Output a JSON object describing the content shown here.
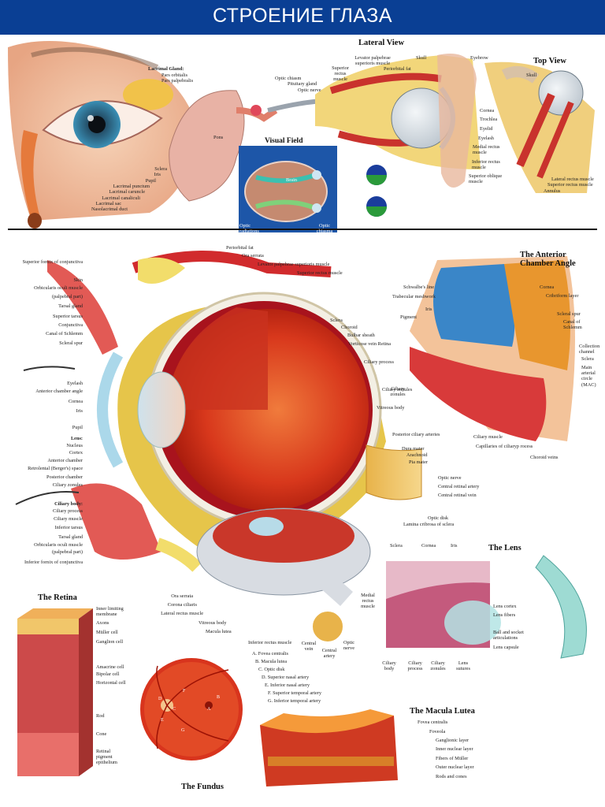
{
  "header": {
    "title": "СТРОЕНИЕ ГЛАЗА",
    "bg_color": "#0a3f94"
  },
  "sections": {
    "lateral_view": "Lateral View",
    "top_view": "Top View",
    "visual_field": "Visual Field",
    "anterior_chamber": "The Anterior Chamber Angle",
    "lens": "The Lens",
    "retina": "The Retina",
    "fundus": "The Fundus",
    "macula": "The Macula Lutea"
  },
  "external_eye": {
    "lacrimal_gland": "Lacrimal Gland:",
    "pars_orbitalis": "Pars orbitalis",
    "pars_palpebralis": "Pars palpebralis",
    "sclera": "Sclera",
    "iris": "Iris",
    "pupil": "Pupil",
    "lacrimal_punctum": "Lacrimal punctum",
    "lacrimal_caruncle": "Lacrimal caruncle",
    "lacrimal_canaliculi": "Lacrimal canaliculi",
    "lacrimal_sac": "Lacrimal sac",
    "nasolacrimal_duct": "Nasolacrimal duct"
  },
  "brain_top": {
    "optic_chiasm": "Optic chiasm",
    "pituitary_gland": "Pituitary gland",
    "optic_nerve": "Optic nerve",
    "pons": "Pons",
    "brain": "Brain",
    "optic_radiations": "Optic radiations",
    "optic_chiasma": "Optic chiasma"
  },
  "lateral": {
    "levator": "Levator palpebrae superioris muscle",
    "superior_rectus": "Superior rectus muscle",
    "periorbital_fat": "Periorbital fat",
    "skull": "Skull",
    "eyebrow": "Eyebrow",
    "cornea": "Cornea",
    "trochlea": "Trochlea",
    "eyelid": "Eyelid",
    "eyelash": "Eyelash",
    "medial_rectus": "Medial rectus muscle",
    "inferior_rectus": "Inferior rectus muscle",
    "superior_oblique": "Superior oblique muscle"
  },
  "top": {
    "skull": "Skull",
    "lateral_rectus": "Lateral rectus muscle",
    "superior_rectus": "Superior rectus muscle",
    "annulus": "Annulus"
  },
  "main_left": [
    "Superior fornix of conjunctiva",
    "Skin",
    "Orbicularis oculi muscle",
    "(palpebral part)",
    "Tarsal gland",
    "Superior tarsus",
    "Conjunctiva",
    "Canal of Schlemm",
    "Scleral spur",
    "Eyelash",
    "Anterior chamber angle",
    "Cornea",
    "Iris",
    "Pupil",
    "Lens:",
    "Nucleus",
    "Cortex",
    "Anterior chamber",
    "Retrolental (Berger's) space",
    "Posterior chamber",
    "Ciliary zonules",
    "Ciliary body:",
    "Ciliary process",
    "Ciliary muscle",
    "Inferior tarsus",
    "Tarsal gland",
    "Orbicularis oculi muscle",
    "(palpebral part)",
    "Inferior fornix of conjunctiva"
  ],
  "main_top": {
    "periorbital_fat": "Periorbital fat",
    "ora_serrata": "Ora serrata",
    "levator": "Levator palpebrae superioris muscle",
    "superior_rectus": "Superior rectus muscle"
  },
  "main_right": [
    "Sclera",
    "Choroid",
    "Bulbar sheath",
    "Vorticose vein Retina",
    "Ciliary process",
    "Ciliary zonules",
    "Vitreous body",
    "Posterior ciliary arteries",
    "Dura mater",
    "Arachnoid",
    "Pia mater",
    "Optic nerve",
    "Central retinal artery",
    "Central retinal vein",
    "Optic disk",
    "Lamina cribrosa of sclera"
  ],
  "small_eye": {
    "ora_serrata": "Ora serrata",
    "corona_ciliaris": "Corona ciliaris",
    "lateral_rectus": "Lateral rectus muscle",
    "vitreous_body": "Vitreous body",
    "macula_lutea": "Macula lutea",
    "inferior_rectus": "Inferior rectus muscle",
    "central_vein": "Central vein",
    "central_artery": "Central artery",
    "optic_nerve": "Optic nerve",
    "medial_rectus": "Medial rectus muscle"
  },
  "anterior": {
    "schwalbe": "Schwalbe's line",
    "trabecular": "Trabecular meshwork",
    "iris": "Iris",
    "pigment": "Pigment",
    "cornea": "Cornea",
    "cribriform": "Cribriform layer",
    "scleral_spur": "Scleral spur",
    "canal": "Canal of Schlemm",
    "collection": "Collection channel",
    "sclera": "Sclera",
    "main_arterial": "Main arterial circle (MAC)",
    "ciliary_zonules": "Ciliary zonules",
    "ciliary_muscle": "Ciliary muscle",
    "capillaries": "Capillaries of ciliaryp rocess",
    "choroid_veins": "Choroid veins"
  },
  "lens": {
    "sclera": "Sclera",
    "cornea": "Cornea",
    "iris": "Iris",
    "lens_cortex": "Lens cortex",
    "lens_fibers": "Lens fibers",
    "ball_socket": "Ball and socket articulations",
    "lens_capsule": "Lens capsule",
    "ciliary_body": "Ciliary body",
    "ciliary_process": "Ciliary process",
    "ciliary_zonules": "Ciliary zonules",
    "lens_sutures": "Lens sutures"
  },
  "retina": [
    "Inner limiting membrane",
    "Axons",
    "Müller cell",
    "Ganglion cell",
    "Amacrine cell",
    "Bipolar cell",
    "Horizontal cell",
    "Rod",
    "Cone",
    "Retinal pigment epithelium"
  ],
  "fundus": {
    "legend": [
      "A. Fovea centralis",
      "B. Macula lutea",
      "C. Optic disk",
      "D. Superior nasal artery",
      "E. Inferior nasal artery",
      "F. Superior temporal artery",
      "G. Inferior temporal artery"
    ],
    "letters": [
      "A",
      "B",
      "C",
      "D",
      "E",
      "F",
      "G"
    ]
  },
  "macula": [
    "Fovea centralis",
    "Foveola",
    "Ganglionic layer",
    "Inner nuclear layer",
    "Fibers of Müller",
    "Outer nuclear layer",
    "Rods and cones"
  ]
}
